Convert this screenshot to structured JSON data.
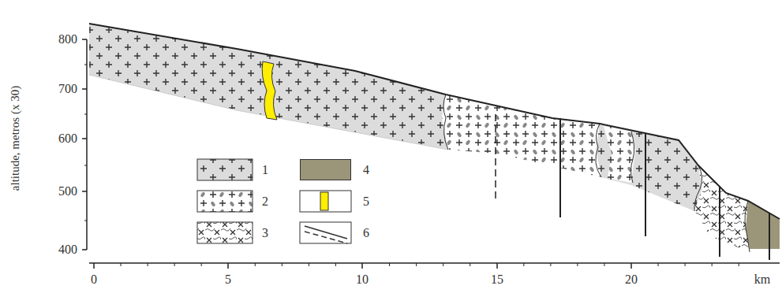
{
  "diagram": {
    "labels": [
      "altitude, metros (x 30)",
      "800",
      "700",
      "600",
      "500",
      "400",
      "0",
      "5",
      "10",
      "15",
      "20",
      "km"
    ],
    "legend": [
      {
        "text": "1"
      },
      {
        "text": "2"
      },
      {
        "text": "3"
      },
      {
        "text": "4",
        "color": "#9b9679"
      },
      {
        "text": "5"
      },
      {
        "text": "6"
      }
    ]
  }
}
